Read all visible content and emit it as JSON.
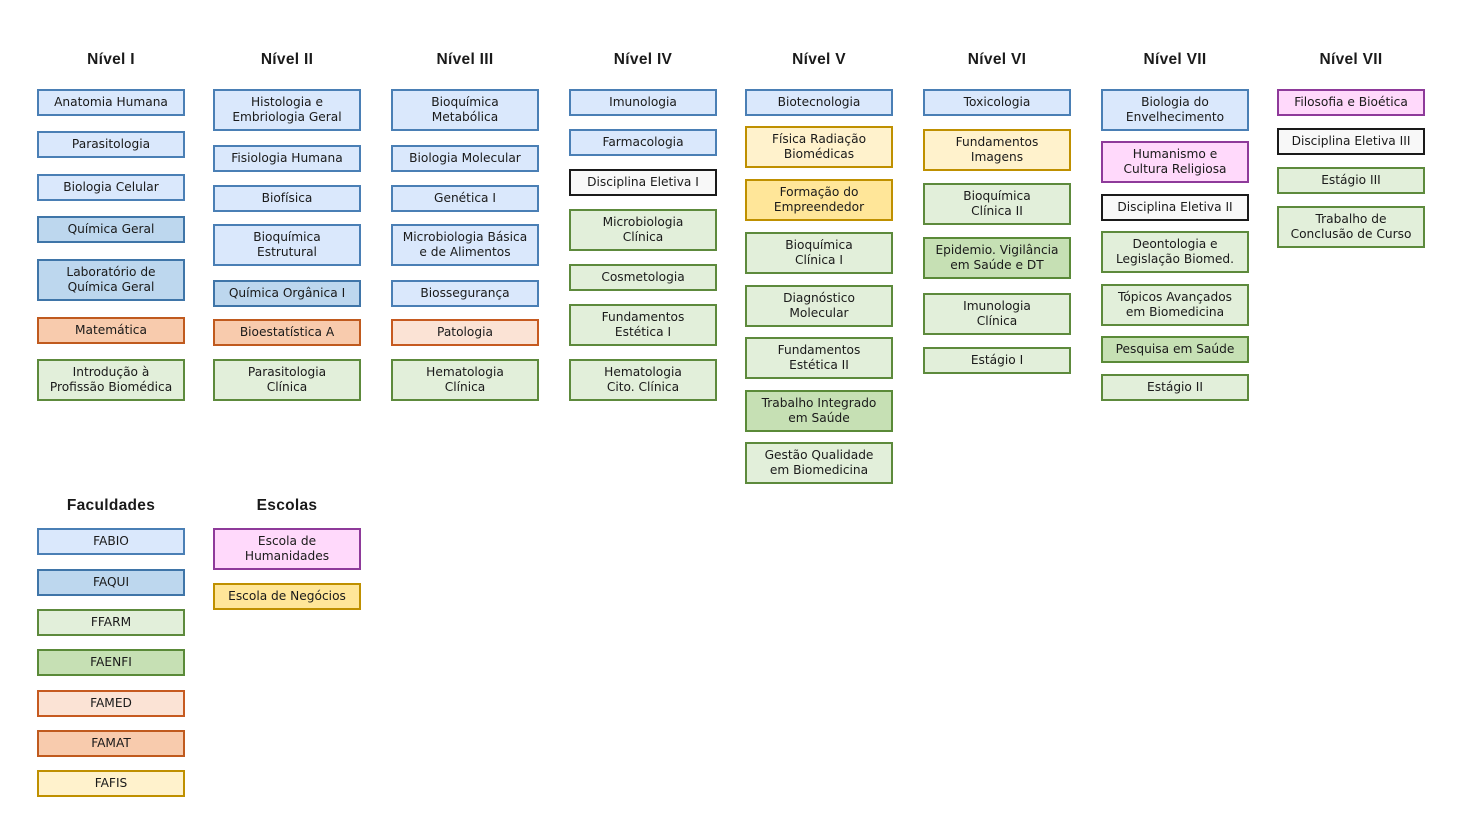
{
  "columns": [
    {
      "title": "Nível I",
      "items": [
        {
          "label": "Anatomia Humana",
          "group": "FABIO"
        },
        {
          "label": "Parasitologia",
          "group": "FABIO"
        },
        {
          "label": "Biologia Celular",
          "group": "FABIO"
        },
        {
          "label": "Química Geral",
          "group": "FAQUI"
        },
        {
          "label": "Laboratório de\nQuímica Geral",
          "group": "FAQUI"
        },
        {
          "label": "Matemática",
          "group": "FAMAT"
        },
        {
          "label": "Introdução à\nProfissão Biomédica",
          "group": "FFARM"
        }
      ]
    },
    {
      "title": "Nível II",
      "items": [
        {
          "label": "Histologia e\nEmbriologia Geral",
          "group": "FABIO"
        },
        {
          "label": "Fisiologia Humana",
          "group": "FABIO"
        },
        {
          "label": "Biofísica",
          "group": "FABIO"
        },
        {
          "label": "Bioquímica\nEstrutural",
          "group": "FABIO"
        },
        {
          "label": "Química Orgânica I",
          "group": "FAQUI"
        },
        {
          "label": "Bioestatística A",
          "group": "FAMAT"
        },
        {
          "label": "Parasitologia\nClínica",
          "group": "FFARM"
        }
      ]
    },
    {
      "title": "Nível III",
      "items": [
        {
          "label": "Bioquímica\nMetabólica",
          "group": "FABIO"
        },
        {
          "label": "Biologia Molecular",
          "group": "FABIO"
        },
        {
          "label": "Genética I",
          "group": "FABIO"
        },
        {
          "label": "Microbiologia Básica\ne de Alimentos",
          "group": "FABIO"
        },
        {
          "label": "Biossegurança",
          "group": "FABIO"
        },
        {
          "label": "Patologia",
          "group": "FAMED"
        },
        {
          "label": "Hematologia\nClínica",
          "group": "FFARM"
        }
      ]
    },
    {
      "title": "Nível IV",
      "items": [
        {
          "label": "Imunologia",
          "group": "FABIO"
        },
        {
          "label": "Farmacologia",
          "group": "FABIO"
        },
        {
          "label": "Disciplina Eletiva I",
          "group": "ELET"
        },
        {
          "label": "Microbiologia\nClínica",
          "group": "FFARM"
        },
        {
          "label": "Cosmetologia",
          "group": "FFARM"
        },
        {
          "label": "Fundamentos\nEstética I",
          "group": "FFARM"
        },
        {
          "label": "Hematologia\nCito. Clínica",
          "group": "FFARM"
        }
      ]
    },
    {
      "title": "Nível V",
      "items": [
        {
          "label": "Biotecnologia",
          "group": "FABIO"
        },
        {
          "label": "Física Radiação\nBiomédicas",
          "group": "FAFIS"
        },
        {
          "label": "Formação do\nEmpreendedor",
          "group": "NEG"
        },
        {
          "label": "Bioquímica\nClínica I",
          "group": "FFARM"
        },
        {
          "label": "Diagnóstico\nMolecular",
          "group": "FFARM"
        },
        {
          "label": "Fundamentos\nEstética II",
          "group": "FFARM"
        },
        {
          "label": "Trabalho Integrado\nem Saúde",
          "group": "FAENFI"
        },
        {
          "label": "Gestão Qualidade\nem Biomedicina",
          "group": "FFARM"
        }
      ]
    },
    {
      "title": "Nível VI",
      "items": [
        {
          "label": "Toxicologia",
          "group": "FABIO"
        },
        {
          "label": "Fundamentos\nImagens",
          "group": "FAFIS"
        },
        {
          "label": "Bioquímica\nClínica II",
          "group": "FFARM"
        },
        {
          "label": "Epidemio. Vigilância\nem Saúde e DT",
          "group": "FAENFI"
        },
        {
          "label": "Imunologia\nClínica",
          "group": "FFARM"
        },
        {
          "label": "Estágio I",
          "group": "FFARM"
        }
      ]
    },
    {
      "title": "Nível VII",
      "items": [
        {
          "label": "Biologia do\nEnvelhecimento",
          "group": "FABIO"
        },
        {
          "label": "Humanismo e\nCultura Religiosa",
          "group": "HUM"
        },
        {
          "label": "Disciplina Eletiva II",
          "group": "ELET"
        },
        {
          "label": "Deontologia e\nLegislação Biomed.",
          "group": "FFARM"
        },
        {
          "label": "Tópicos Avançados\nem Biomedicina",
          "group": "FFARM"
        },
        {
          "label": "Pesquisa em Saúde",
          "group": "FAENFI"
        },
        {
          "label": "Estágio II",
          "group": "FFARM"
        }
      ]
    },
    {
      "title": "Nível VII",
      "items": [
        {
          "label": "Filosofia e Bioética",
          "group": "HUM"
        },
        {
          "label": "Disciplina Eletiva III",
          "group": "ELET"
        },
        {
          "label": "Estágio III",
          "group": "FFARM"
        },
        {
          "label": "Trabalho de\nConclusão de Curso",
          "group": "FFARM"
        }
      ]
    },
    {
      "title": "Faculdades",
      "items": [
        {
          "label": "FABIO",
          "group": "FABIO"
        },
        {
          "label": "FAQUI",
          "group": "FAQUI"
        },
        {
          "label": "FFARM",
          "group": "FFARM"
        },
        {
          "label": "FAENFI",
          "group": "FAENFI"
        },
        {
          "label": "FAMED",
          "group": "FAMED"
        },
        {
          "label": "FAMAT",
          "group": "FAMAT"
        },
        {
          "label": "FAFIS",
          "group": "FAFIS"
        }
      ]
    },
    {
      "title": "Escolas",
      "items": [
        {
          "label": "Escola de\nHumanidades",
          "group": "HUM"
        },
        {
          "label": "Escola de Negócios",
          "group": "NEG"
        }
      ]
    }
  ]
}
